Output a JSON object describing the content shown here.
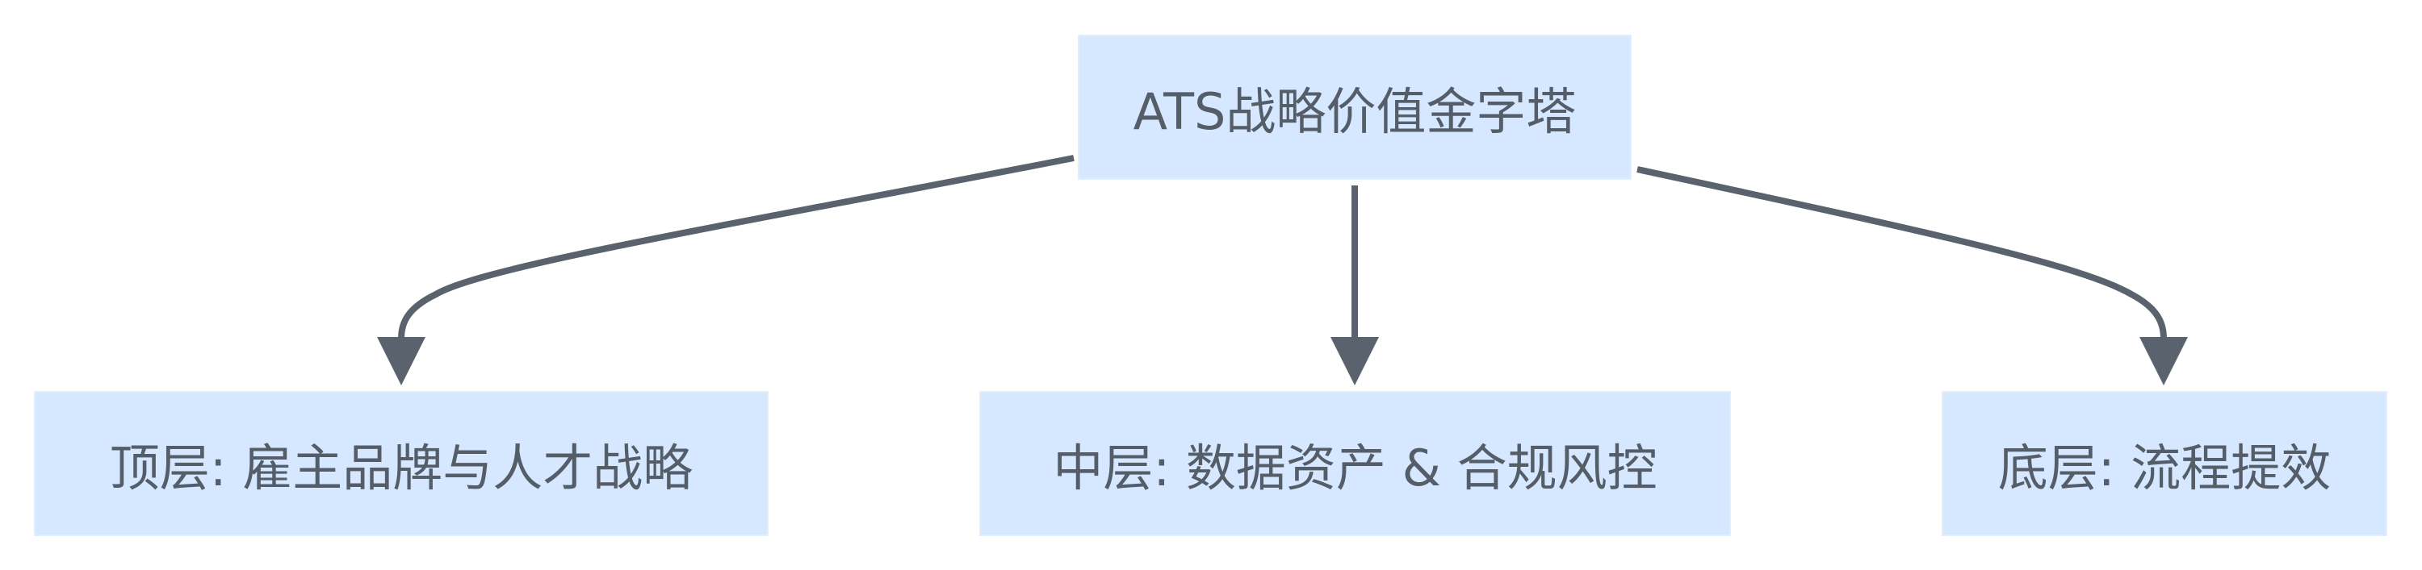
{
  "colors": {
    "node_fill": "#d6e8ff",
    "edge": "#5a636d",
    "text": "#545d68"
  },
  "root": {
    "label": "ATS战略价值金字塔"
  },
  "children": [
    {
      "label": "顶层: 雇主品牌与人才战略"
    },
    {
      "label": "中层: 数据资产 & 合规风控"
    },
    {
      "label": "底层: 流程提效"
    }
  ],
  "edges": [
    {
      "from": "root",
      "to": "children.0"
    },
    {
      "from": "root",
      "to": "children.1"
    },
    {
      "from": "root",
      "to": "children.2"
    }
  ]
}
